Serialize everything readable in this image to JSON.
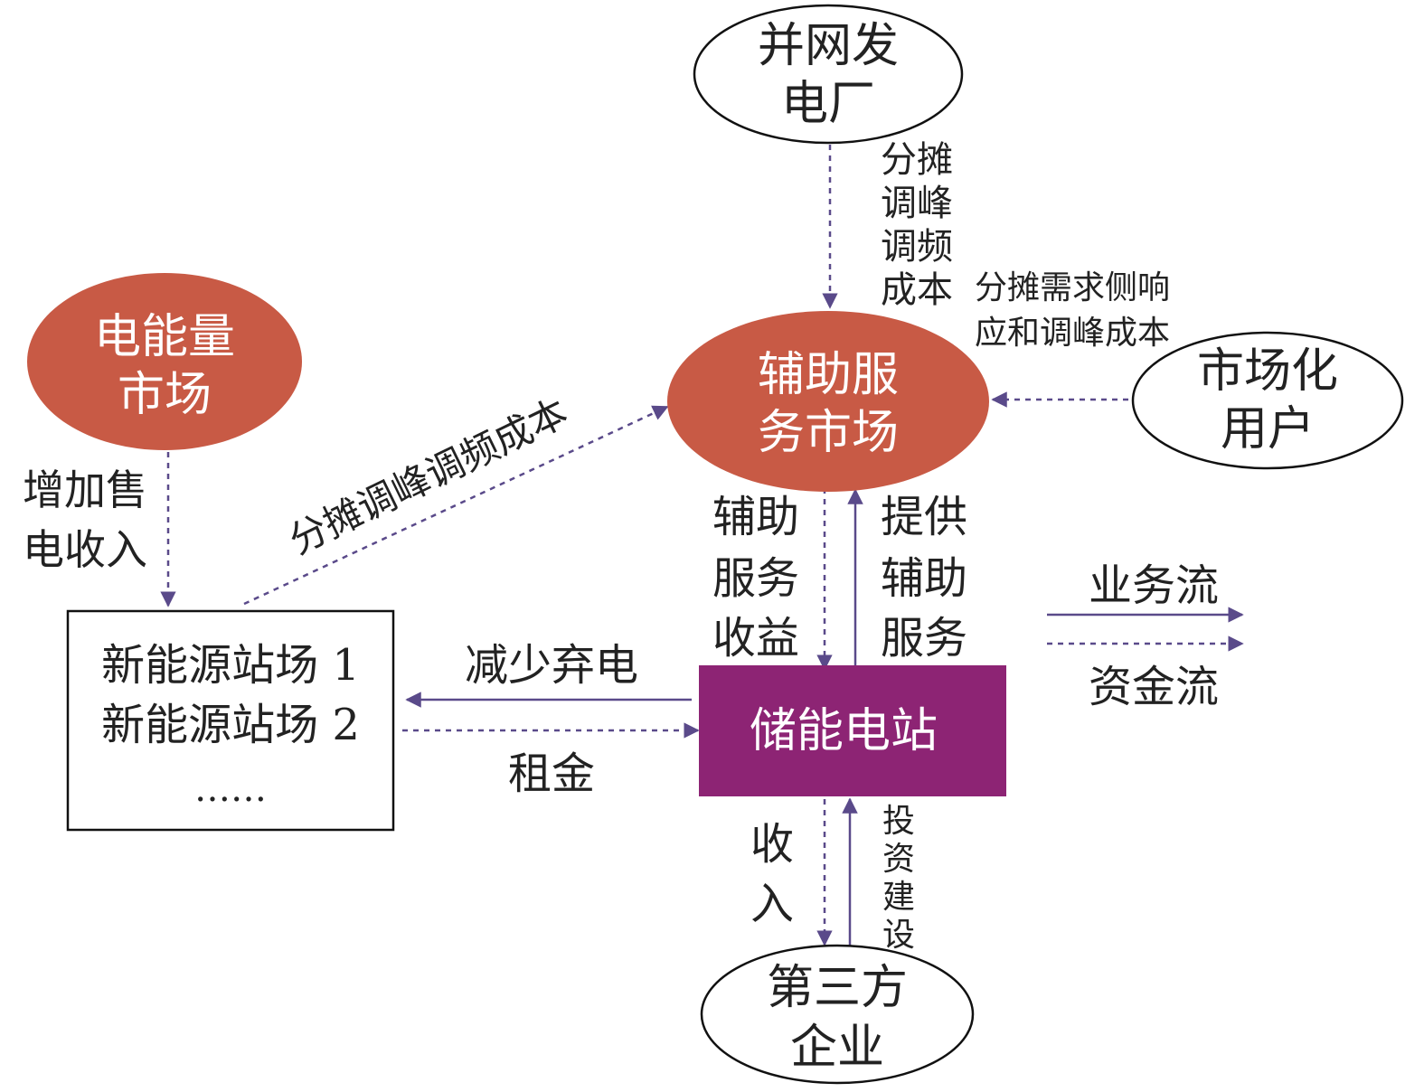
{
  "colors": {
    "orange_node": "#c85a45",
    "storage_node": "#8d2474",
    "arrow": "#5a4a8a",
    "outline": "#111111",
    "text_dark": "#222222",
    "text_light": "#ffffff"
  },
  "nodes": {
    "grid_plant": [
      "并网发",
      "电厂"
    ],
    "energy_market": [
      "电能量",
      "市场"
    ],
    "ancillary_market": [
      "辅助服",
      "务市场"
    ],
    "market_users": [
      "市场化",
      "用户"
    ],
    "storage_station": "储能电站",
    "renewables": [
      "新能源站场 1",
      "新能源站场 2",
      "……"
    ],
    "third_party": [
      "第三方",
      "企业"
    ]
  },
  "labels": {
    "plant_share_cost": [
      "分摊",
      "调峰",
      "调频",
      "成本"
    ],
    "users_share_cost": [
      "分摊需求侧响",
      "应和调峰成本"
    ],
    "renewables_share_cost": "分摊调峰调频成本",
    "sales_income": [
      "增加售",
      "电收入"
    ],
    "service_income": [
      "辅助",
      "服务",
      "收益"
    ],
    "provide_service": [
      "提供",
      "辅助",
      "服务"
    ],
    "reduce_curtailment": "减少弃电",
    "rent": "租金",
    "income": [
      "收",
      "入"
    ],
    "investment": [
      "投",
      "资",
      "建",
      "设"
    ]
  },
  "legend": {
    "business_flow": "业务流",
    "fund_flow": "资金流"
  }
}
